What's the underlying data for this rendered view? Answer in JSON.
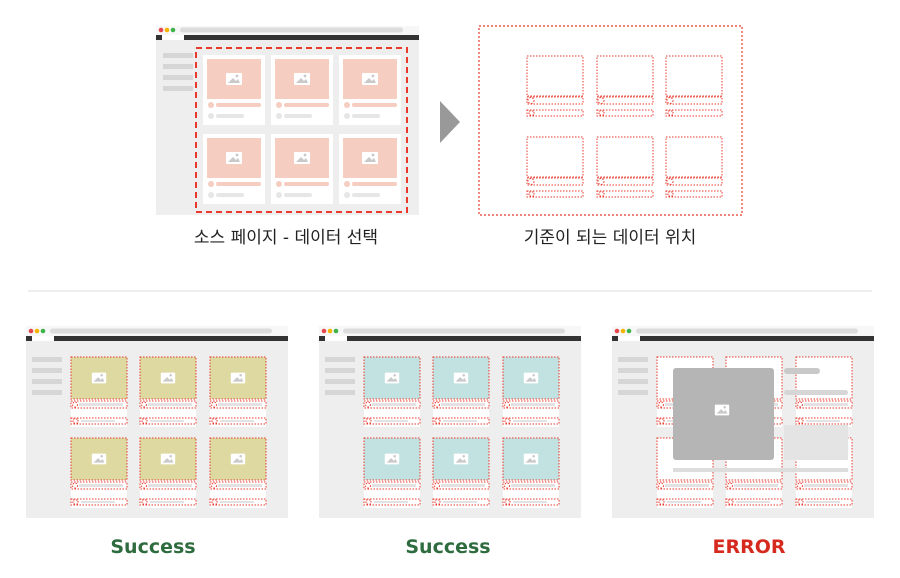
{
  "top": {
    "source_caption": "소스 페이지 - 데이터 선택",
    "target_caption": "기준이 되는 데이터 위치"
  },
  "results": [
    {
      "label": "Success",
      "color": "#2e6b3e",
      "card_fill": "#ddd9a0",
      "kind": "success"
    },
    {
      "label": "Success",
      "color": "#2e6b3e",
      "card_fill": "#c2e2e2",
      "kind": "success"
    },
    {
      "label": "ERROR",
      "color": "#d62a1f",
      "card_fill": "none",
      "kind": "error"
    }
  ],
  "colors": {
    "source_card": "#f6cdc1",
    "dashed_red": "#e8392b",
    "browser_bg": "#eeeeee",
    "toolbar_dark": "#333333",
    "arrow": "#999999",
    "divider": "#dddddd",
    "overlay_gray": "#b5b5b5"
  },
  "icons": [
    "image-icon",
    "arrow-right-icon",
    "window-dots-icon"
  ]
}
